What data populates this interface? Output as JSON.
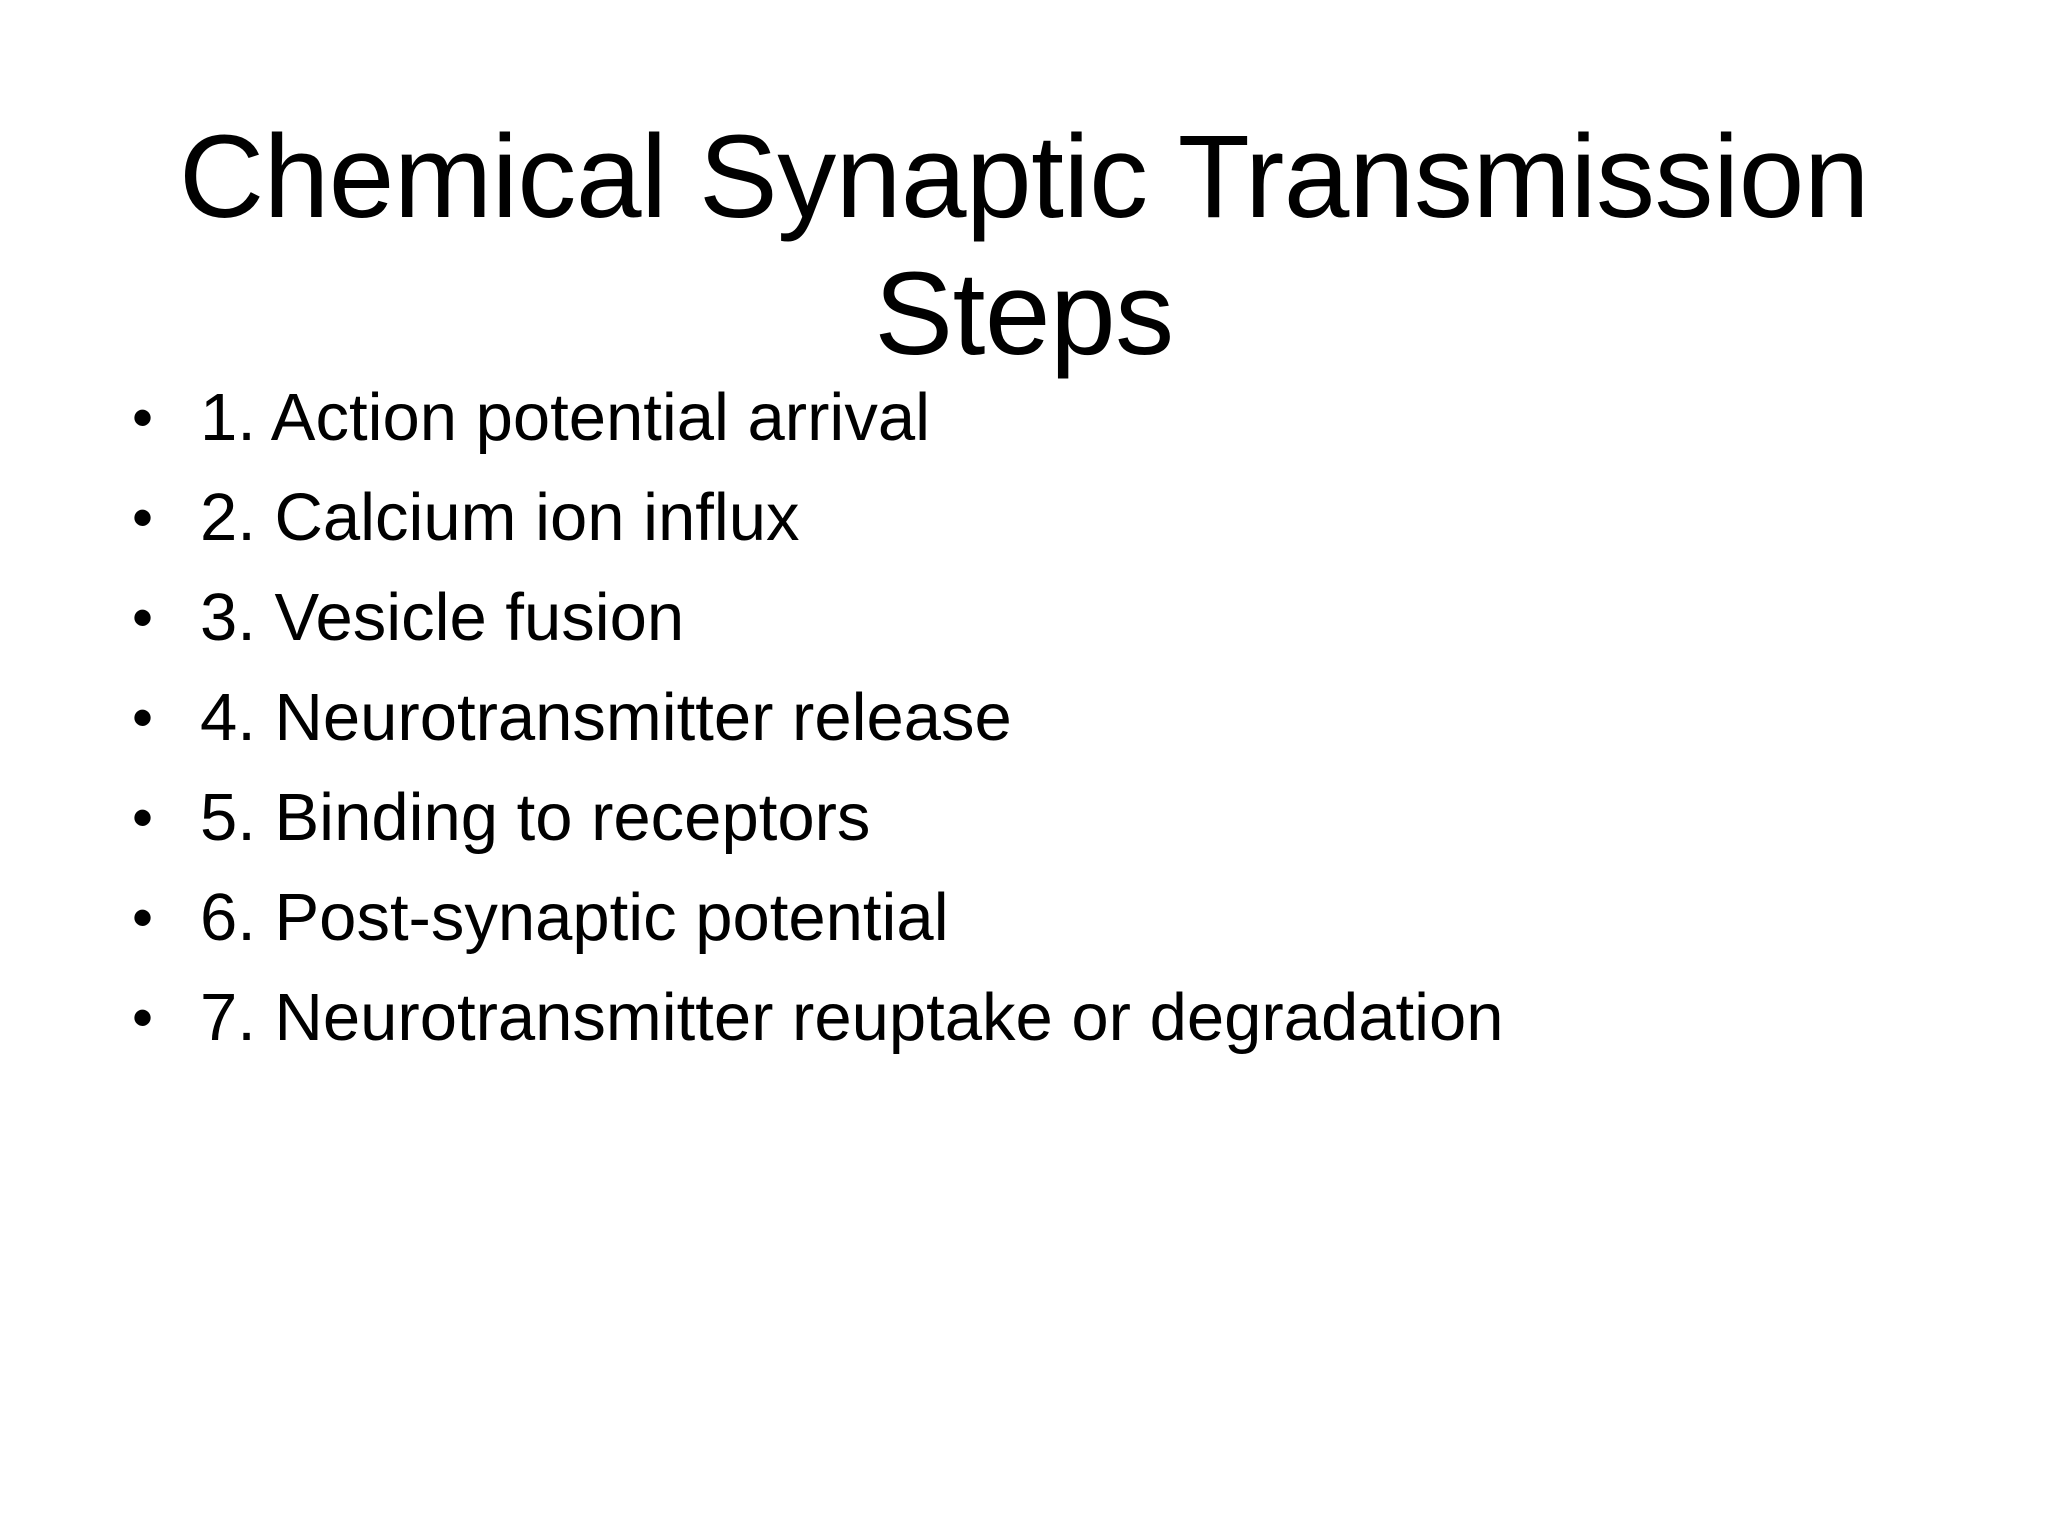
{
  "slide": {
    "background_color": "#ffffff",
    "text_color": "#000000",
    "title": "Chemical Synaptic Transmission Steps",
    "bullet_glyph": "•",
    "items": [
      {
        "marker": "•",
        "text": "1. Action potential arrival"
      },
      {
        "marker": "•",
        "text": "2. Calcium ion influx"
      },
      {
        "marker": "•",
        "text": "3. Vesicle fusion"
      },
      {
        "marker": "•",
        "text": "4. Neurotransmitter release"
      },
      {
        "marker": "•",
        "text": "5. Binding to receptors"
      },
      {
        "marker": "•",
        "text": "6. Post-synaptic potential"
      },
      {
        "marker": "•",
        "text": "7. Neurotransmitter reuptake or degradation"
      }
    ]
  }
}
